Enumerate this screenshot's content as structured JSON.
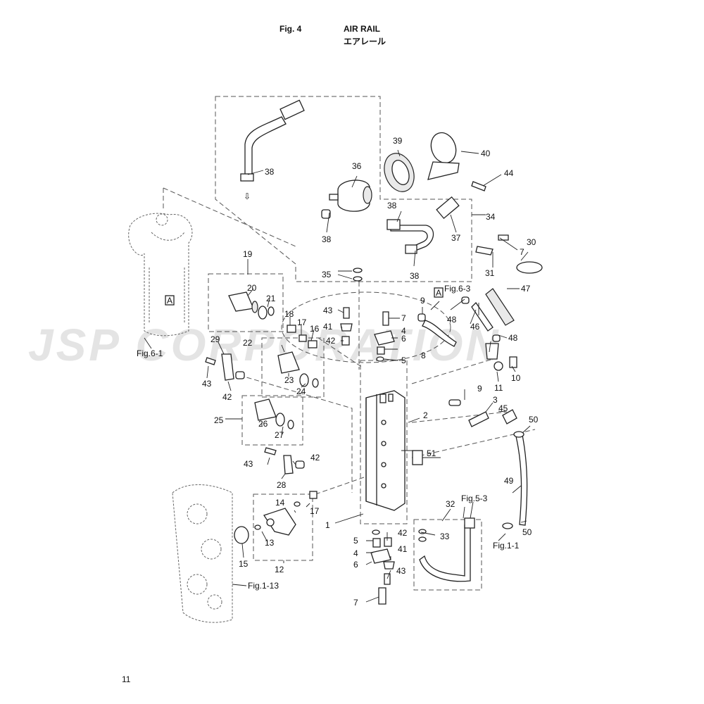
{
  "header": {
    "figure_label": "Fig. 4",
    "title_en": "AIR RAIL",
    "title_jp": "エアレール"
  },
  "page_number": "11",
  "watermark": "JSP CORPORATION",
  "references": {
    "fig_6_1": "Fig.6-1",
    "fig_6_3": "Fig.6-3",
    "fig_5_3": "Fig.5-3",
    "fig_1_1": "Fig.1-1",
    "fig_1_13": "Fig.1-13",
    "marker_a": "A"
  },
  "callouts": {
    "c1": "1",
    "c2": "2",
    "c3": "3",
    "c4a": "4",
    "c4b": "4",
    "c5a": "5",
    "c5b": "5",
    "c6a": "6",
    "c6b": "6",
    "c7a": "7",
    "c7b": "7",
    "c7c": "7",
    "c8": "8",
    "c9a": "9",
    "c9b": "9",
    "c10": "10",
    "c11": "11",
    "c12": "12",
    "c13": "13",
    "c14": "14",
    "c15": "15",
    "c16": "16",
    "c17a": "17",
    "c17b": "17",
    "c18": "18",
    "c19": "19",
    "c20": "20",
    "c21": "21",
    "c22": "22",
    "c23": "23",
    "c24": "24",
    "c25": "25",
    "c26": "26",
    "c27": "27",
    "c28": "28",
    "c29": "29",
    "c30": "30",
    "c31": "31",
    "c32": "32",
    "c33": "33",
    "c34": "34",
    "c35": "35",
    "c36": "36",
    "c37": "37",
    "c38a": "38",
    "c38b": "38",
    "c38c": "38",
    "c38d": "38",
    "c39": "39",
    "c40": "40",
    "c41a": "41",
    "c41b": "41",
    "c42a": "42",
    "c42b": "42",
    "c42c": "42",
    "c42d": "42",
    "c43a": "43",
    "c43b": "43",
    "c43c": "43",
    "c43d": "43",
    "c44": "44",
    "c45": "45",
    "c46": "46",
    "c47": "47",
    "c48a": "48",
    "c48b": "48",
    "c49": "49",
    "c50a": "50",
    "c50b": "50",
    "c51": "51"
  }
}
